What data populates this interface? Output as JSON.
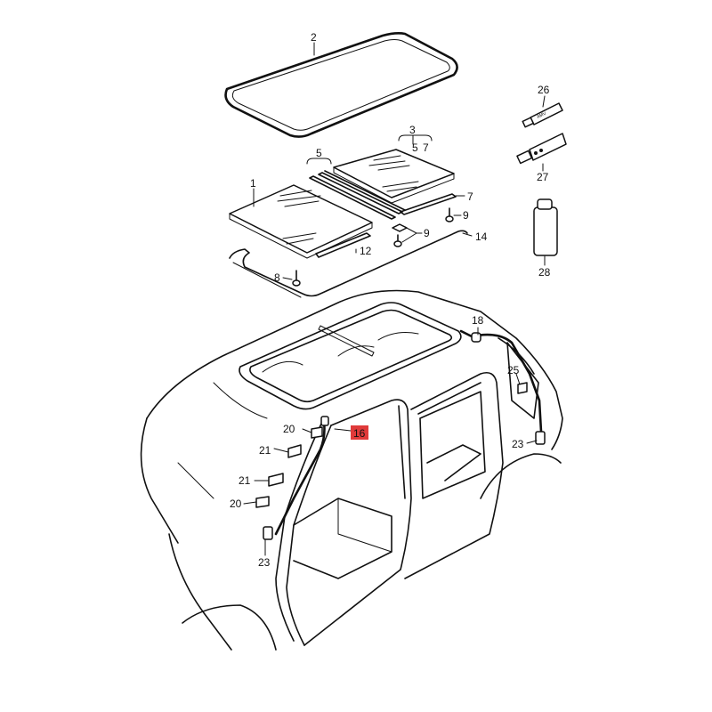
{
  "callouts": {
    "c1": "1",
    "c2": "2",
    "c3": "3",
    "c5a": "5",
    "c5b": "5",
    "c7a": "7",
    "c7b": "7",
    "c8": "8",
    "c9a": "9",
    "c9b": "9",
    "c12": "12",
    "c14": "14",
    "c16": "16",
    "c18": "18",
    "c20a": "20",
    "c20b": "20",
    "c21a": "21",
    "c21b": "21",
    "c23a": "23",
    "c23b": "23",
    "c25": "25",
    "c26": "26",
    "c27": "27",
    "c28": "28"
  },
  "highlight_color": "#e03a3a"
}
